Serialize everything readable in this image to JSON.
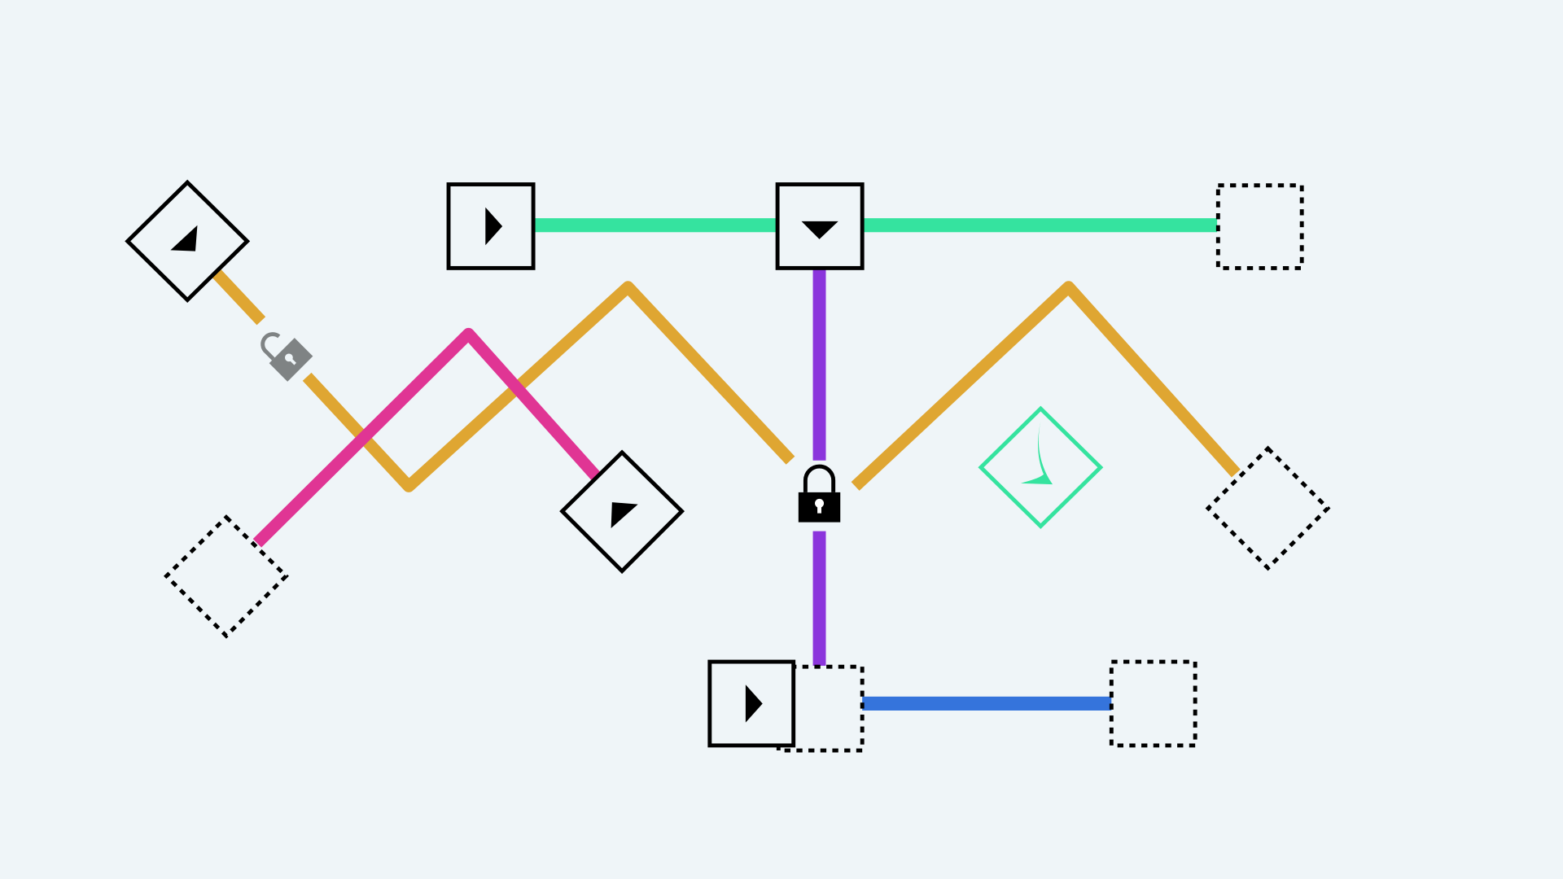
{
  "game": {
    "background": "#eff5f8",
    "colors": {
      "orange": "#dfa632",
      "pink": "#e03594",
      "green": "#35e39f",
      "purple": "#8b35dc",
      "blue": "#3574dc",
      "lock_open": "#7f8384",
      "lock_closed": "#000000",
      "tile_border": "#000000"
    },
    "tiles": [
      {
        "id": "diamond-emitter-top-left",
        "shape": "diamond",
        "style": "solid",
        "arrow": "up-left"
      },
      {
        "id": "diamond-emitter-middle",
        "shape": "diamond",
        "style": "solid",
        "arrow": "up-left"
      },
      {
        "id": "square-emitter-top",
        "shape": "square",
        "style": "solid",
        "arrow": "right"
      },
      {
        "id": "square-splitter-top",
        "shape": "square",
        "style": "solid",
        "arrow": "down"
      },
      {
        "id": "square-emitter-bottom",
        "shape": "square",
        "style": "solid",
        "arrow": "right"
      },
      {
        "id": "target-square-top-right",
        "shape": "square",
        "style": "dotted"
      },
      {
        "id": "target-square-bottom-middle",
        "shape": "square",
        "style": "dotted"
      },
      {
        "id": "target-square-bottom-right",
        "shape": "square",
        "style": "dotted"
      },
      {
        "id": "target-diamond-bottom-left",
        "shape": "diamond",
        "style": "dotted"
      },
      {
        "id": "target-diamond-right",
        "shape": "diamond",
        "style": "dotted"
      }
    ],
    "locks": [
      {
        "id": "lock-open",
        "state": "unlocked",
        "icon": "unlocked-padlock-icon"
      },
      {
        "id": "lock-closed",
        "state": "locked",
        "icon": "padlock-icon"
      }
    ],
    "goal": {
      "icon": "checkmark-icon",
      "state": "complete"
    }
  }
}
